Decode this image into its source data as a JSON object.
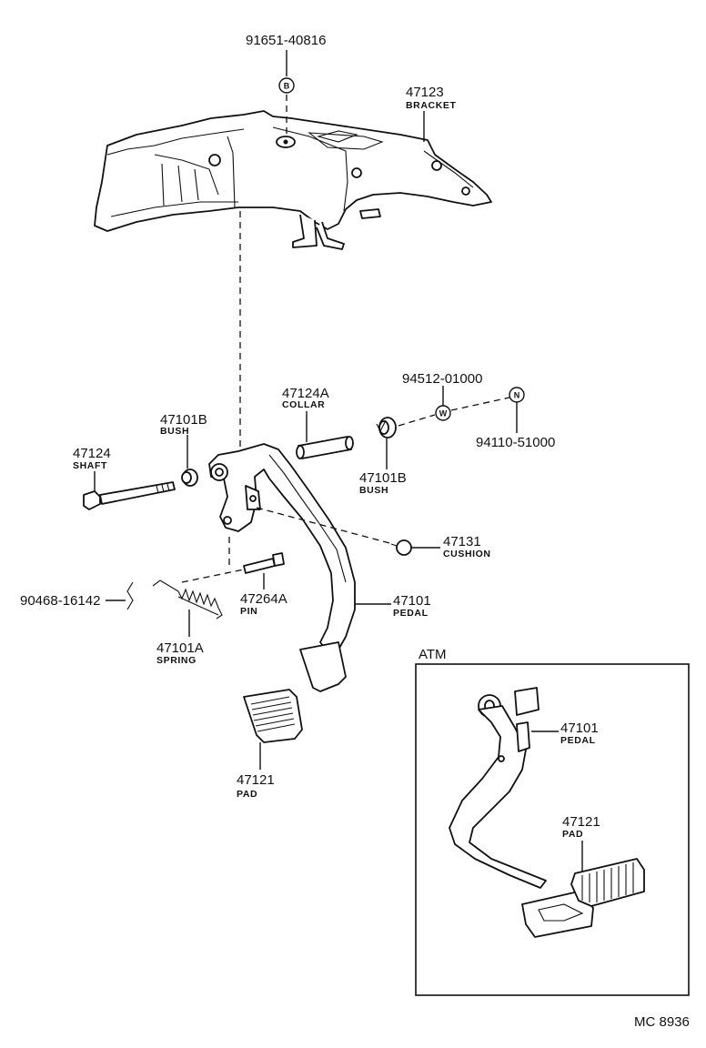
{
  "bolt_top": {
    "number": "91651-40816",
    "symbol": "B"
  },
  "bracket": {
    "number": "47123",
    "name": "BRACKET"
  },
  "collar": {
    "number": "47124A",
    "name": "COLLAR"
  },
  "washer": {
    "number": "94512-01000",
    "symbol": "W"
  },
  "nut": {
    "number": "94110-51000",
    "symbol": "N"
  },
  "bush_left": {
    "number": "47101B",
    "name": "BUSH"
  },
  "bush_right": {
    "number": "47101B",
    "name": "BUSH"
  },
  "shaft": {
    "number": "47124",
    "name": "SHAFT"
  },
  "cushion": {
    "number": "47131",
    "name": "CUSHION"
  },
  "clip": {
    "number": "90468-16142"
  },
  "pin": {
    "number": "47264A",
    "name": "PIN"
  },
  "pedal": {
    "number": "47101",
    "name": "PEDAL"
  },
  "spring": {
    "number": "47101A",
    "name": "SPRING"
  },
  "pad": {
    "number": "47121",
    "name": "PAD"
  },
  "atm": {
    "title": "ATM",
    "pedal": {
      "number": "47101",
      "name": "PEDAL"
    },
    "pad": {
      "number": "47121",
      "name": "PAD"
    }
  },
  "footer": {
    "code": "MC 8936"
  }
}
